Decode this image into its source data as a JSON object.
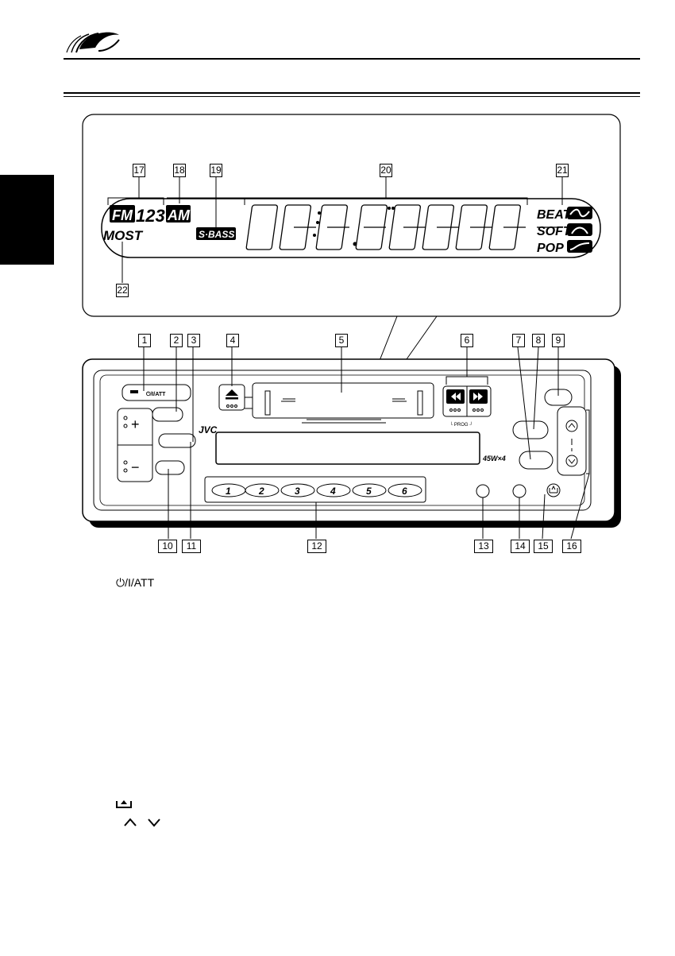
{
  "display": {
    "band_fm": "FM",
    "band_num": "123",
    "band_am": "AM",
    "most": "MOST",
    "sbass": "S·BASS",
    "modes": [
      "BEAT",
      "SOFT",
      "POP"
    ]
  },
  "unit": {
    "brand": "JVC",
    "power_label": "⏻/I/ATT",
    "output_label": "45W×4",
    "prog_label": "└ PROG ┘",
    "presets": [
      "1",
      "2",
      "3",
      "4",
      "5",
      "6"
    ]
  },
  "callouts": [
    "1",
    "2",
    "3",
    "4",
    "5",
    "6",
    "7",
    "8",
    "9",
    "10",
    "11",
    "12",
    "13",
    "14",
    "15",
    "16",
    "17",
    "18",
    "19",
    "20",
    "21",
    "22"
  ],
  "legend": {
    "power": "⏻/I/ATT",
    "eject_icon": "eject-icon",
    "arrows": "up-down-arrow-icon"
  }
}
